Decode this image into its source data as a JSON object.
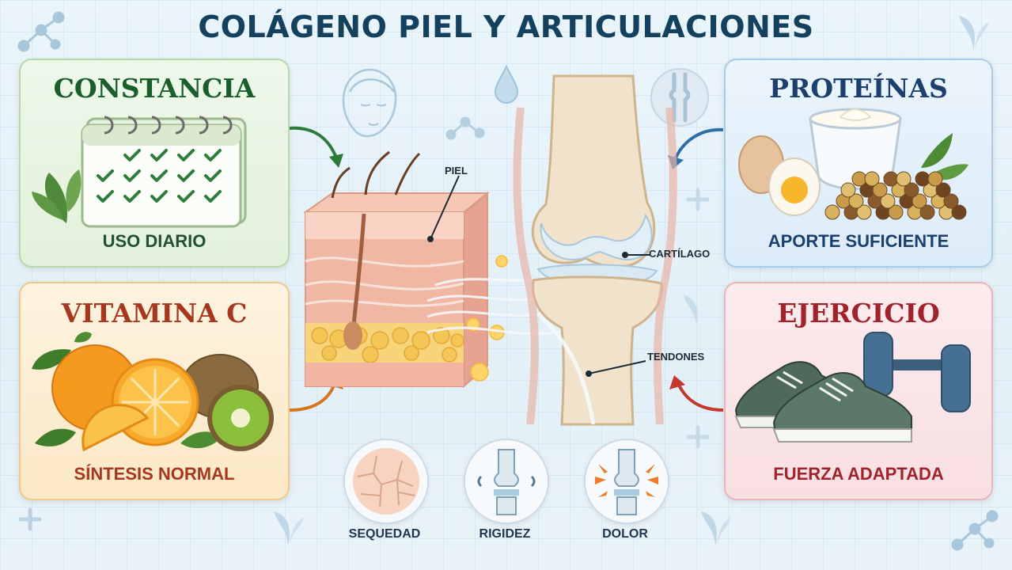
{
  "title": "COLÁGENO PIEL Y ARTICULACIONES",
  "panels": {
    "constancia": {
      "title": "CONSTANCIA",
      "subtitle": "USO DIARIO",
      "color": "#1b5e2b",
      "icon": "calendar-icon"
    },
    "proteinas": {
      "title": "PROTEÍNAS",
      "subtitle": "APORTE SUFICIENTE",
      "color": "#1d3f6e",
      "icon": "food-icon"
    },
    "vitamina_c": {
      "title": "VITAMINA C",
      "subtitle": "SÍNTESIS NORMAL",
      "color": "#a5381f",
      "icon": "citrus-icon"
    },
    "ejercicio": {
      "title": "EJERCICIO",
      "subtitle": "FUERZA ADAPTADA",
      "color": "#a0232c",
      "icon": "sneakers-dumbbell-icon"
    }
  },
  "labels": {
    "piel": "PIEL",
    "cartilago": "CARTÍLAGO",
    "tendones": "TENDONES"
  },
  "symptoms": [
    {
      "label": "SEQUEDAD",
      "icon": "dry-skin-icon"
    },
    {
      "label": "RIGIDEZ",
      "icon": "stiff-joint-icon"
    },
    {
      "label": "DOLOR",
      "icon": "joint-pain-icon"
    }
  ]
}
